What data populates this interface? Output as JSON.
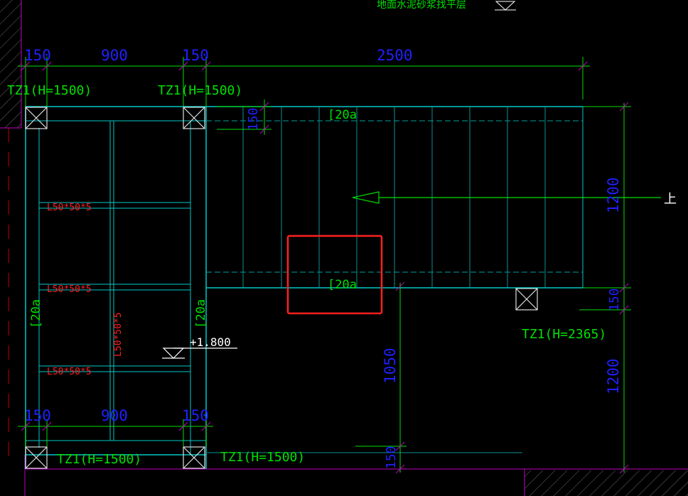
{
  "colors": {
    "background": "#000000",
    "structure": "#00c8c8",
    "treads": "#0e8f8f",
    "dimension_line": "#00e000",
    "dimension_text": "#2020ff",
    "label_text": "#00e000",
    "angle_text": "#ff2020",
    "elevation_text": "#ffffff",
    "boundary": "#c000c0",
    "highlight": "#ff2020"
  },
  "top_note": "地面水泥砂浆找平层",
  "dims": {
    "d150_top_left": "150",
    "d900_top": "900",
    "d150_top_mid": "150",
    "d2500": "2500",
    "d150_vert_step": "150",
    "d1200_upper": "1200",
    "d150_right": "150",
    "d1200_lower": "1200",
    "d1050": "1050",
    "d150_bottom": "150",
    "d150_bottom_left": "150",
    "d900_bottom": "900",
    "d150_bottom_mid": "150"
  },
  "columns": {
    "tz1_top_left": "TZ1(H=1500)",
    "tz1_top_mid": "TZ1(H=1500)",
    "tz1_right": "TZ1(H=2365)",
    "tz1_bottom_left": "TZ1(H=1500)",
    "tz1_bottom_mid": "TZ1(H=1500)"
  },
  "beams": {
    "c20a_top": "[20a",
    "c20a_mid": "[20a",
    "c20a_left": "[20a",
    "c20a_right": "[20a"
  },
  "angles": {
    "l50_1": "L50*50*5",
    "l50_2": "L50*50*5",
    "l50_3": "L50*50*5",
    "l50_vert": "L50*50*5"
  },
  "elevation": "+1.800",
  "arrow_label": "上"
}
